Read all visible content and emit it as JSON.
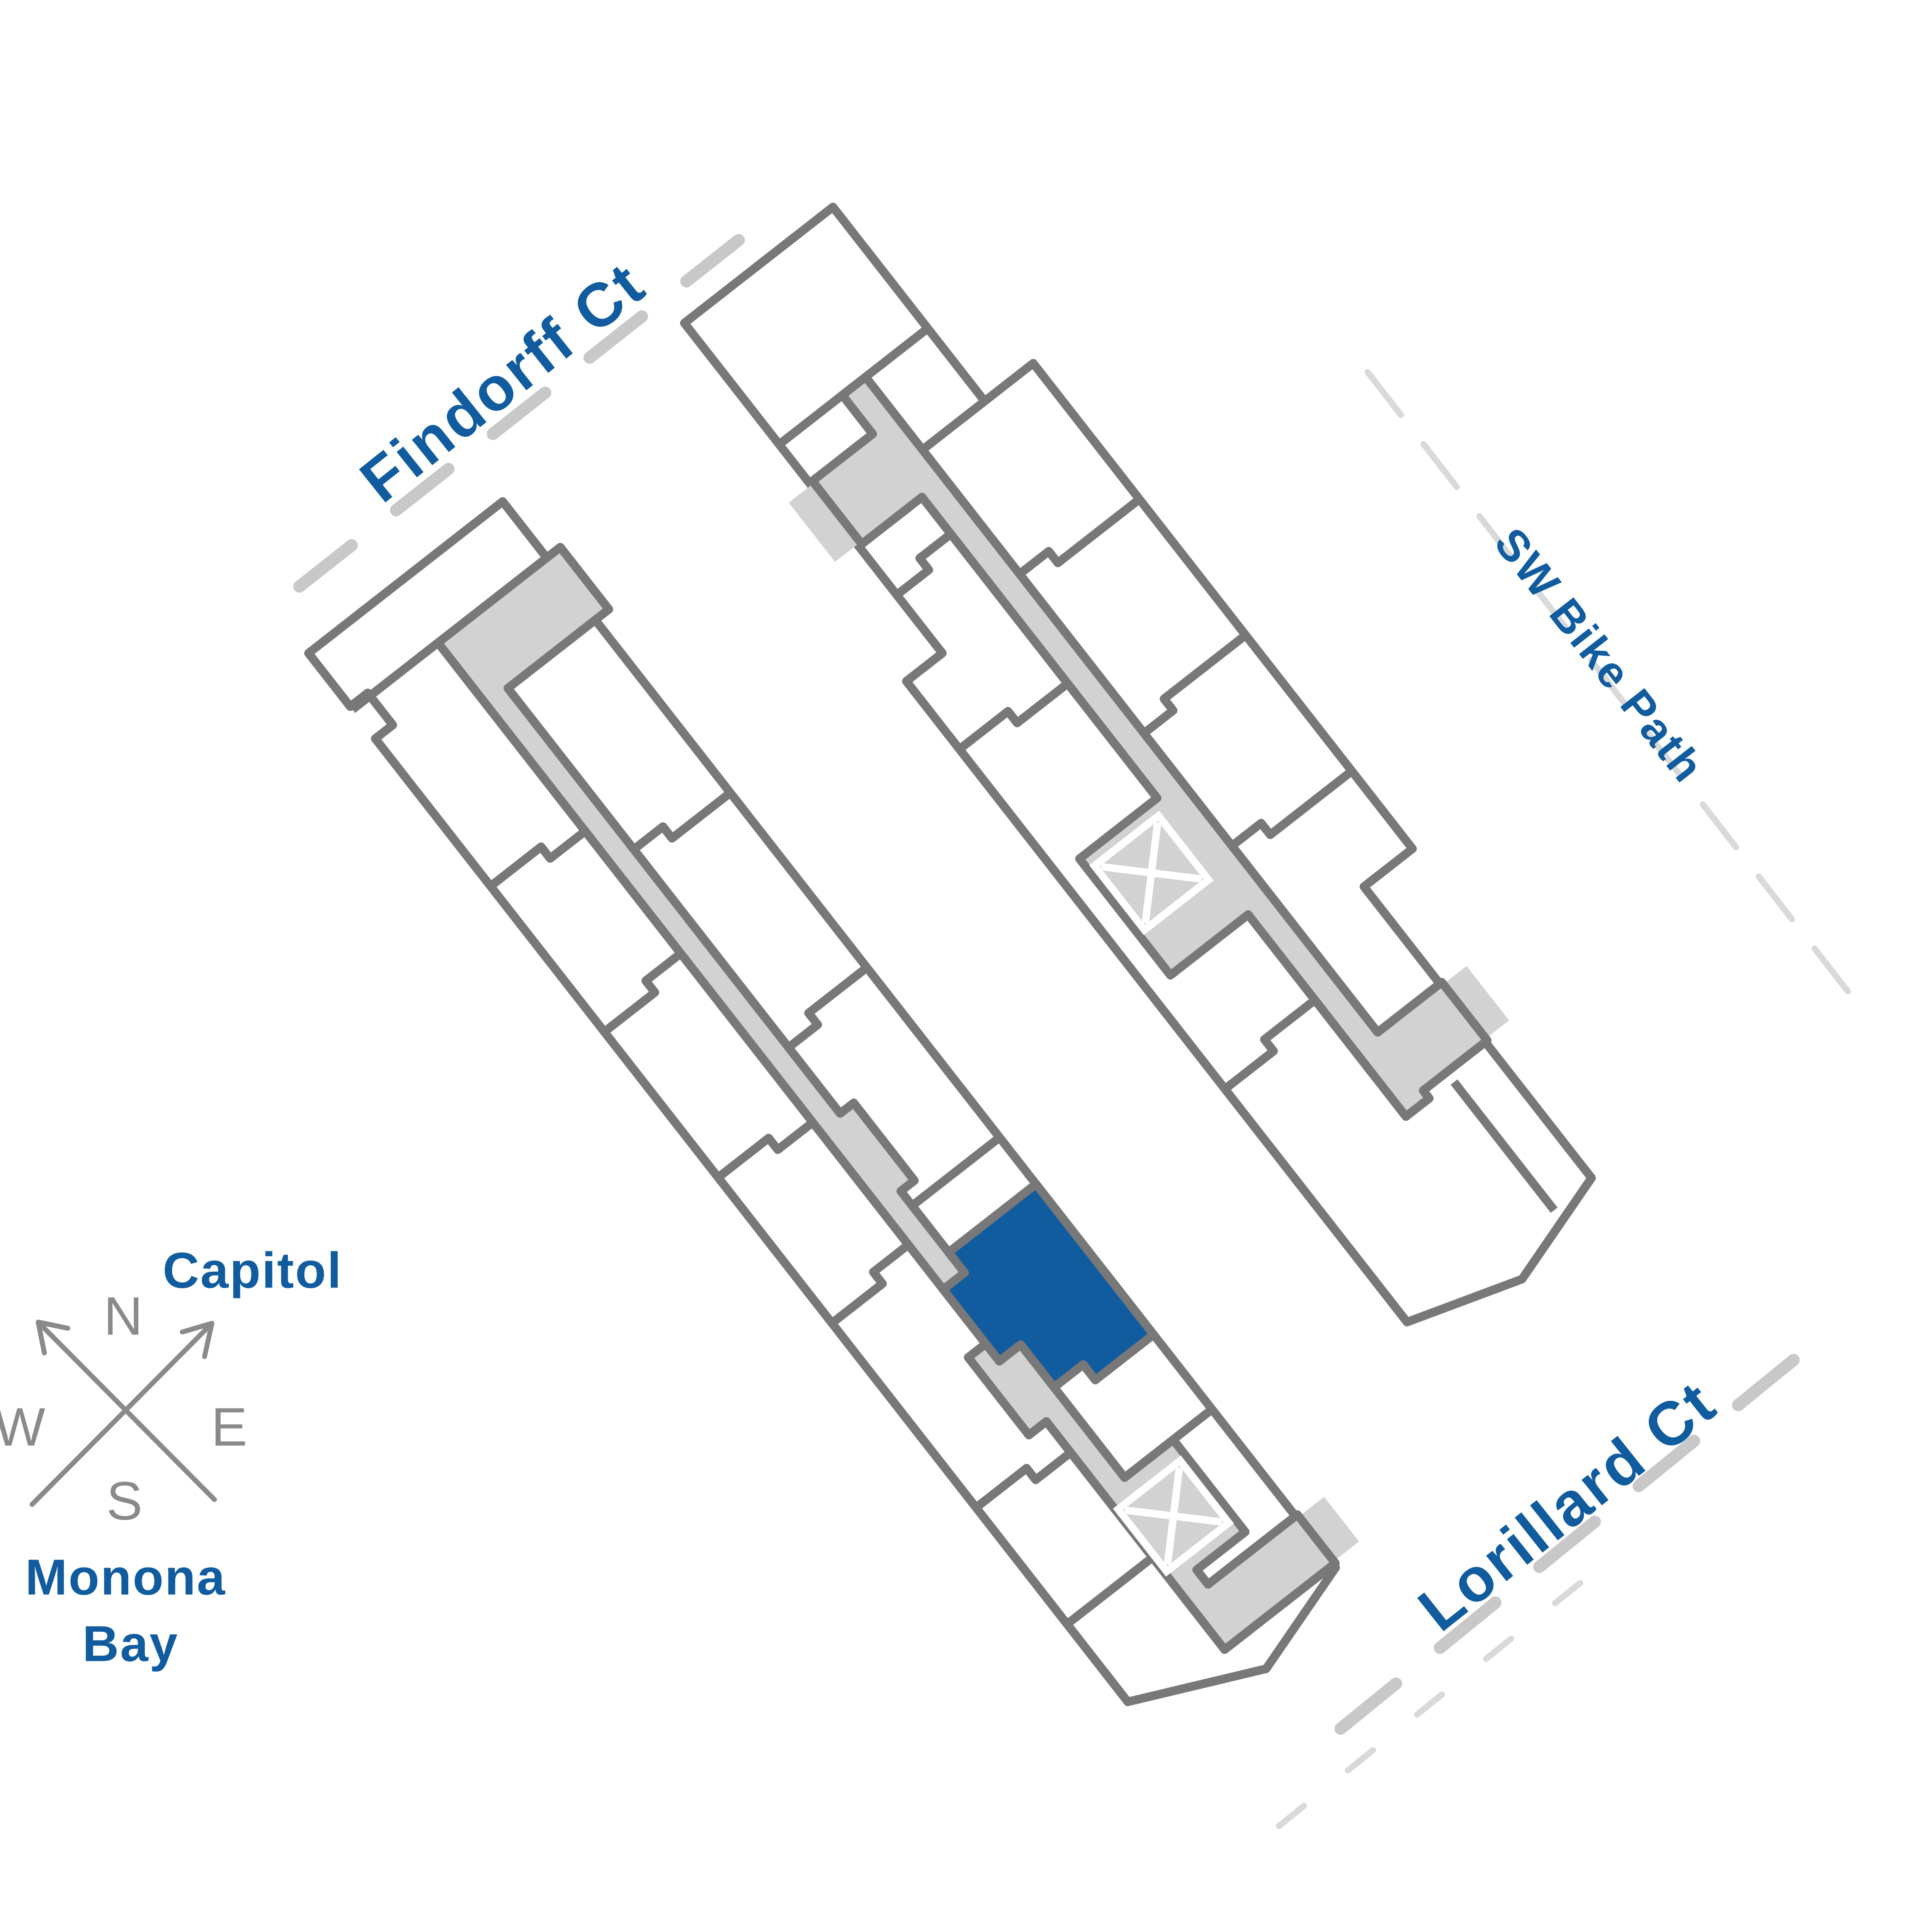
{
  "map": {
    "streets": {
      "findorff": "Findorff Ct",
      "sw_bike_path": "SW Bike Path",
      "lorillard": "Lorillard Ct"
    },
    "landmarks": {
      "capitol": "Capitol",
      "monona_bay_line1": "Monona",
      "monona_bay_line2": "Bay"
    },
    "compass": {
      "north": "N",
      "west": "W",
      "east": "E",
      "south": "S"
    },
    "buildings": {
      "west": {
        "id": "west-building",
        "has_elevator": true
      },
      "east": {
        "id": "east-building",
        "has_elevator": true
      }
    },
    "highlighted_unit": {
      "building": "west-building",
      "fill": "#115c9f"
    }
  },
  "colors": {
    "accent_blue": "#115c9f",
    "wall_gray": "#787878",
    "corridor_gray": "#d2d2d2",
    "street_dash_gray": "#c8c8c8",
    "bike_path_dash_gray": "#d9d9d9",
    "compass_gray": "#8a8a8a",
    "background": "#ffffff"
  }
}
